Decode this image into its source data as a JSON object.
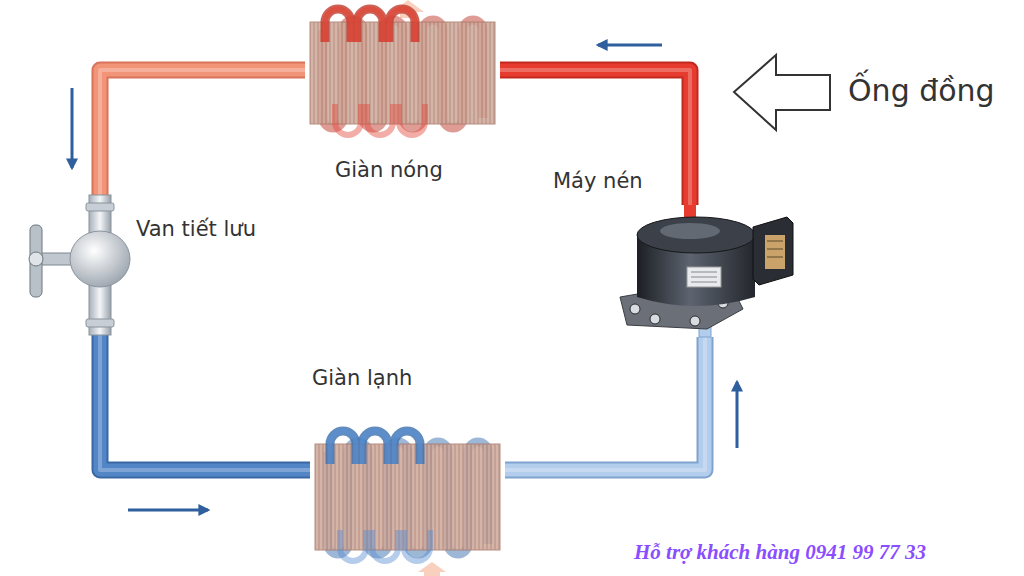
{
  "diagram": {
    "nodes": [
      {
        "text": [
          "Giàn nóng"
        ]
      },
      {
        "text": [
          "Máy nén"
        ]
      },
      {
        "text": [
          "Van tiết lưu"
        ]
      },
      {
        "text": [
          "Giàn lạnh"
        ]
      }
    ],
    "edges": [
      {
        "from": 1,
        "to": 0,
        "arrow": "to"
      },
      {
        "from": 0,
        "to": 2,
        "arrow": "to"
      },
      {
        "from": 2,
        "to": 3,
        "arrow": "to"
      },
      {
        "from": 3,
        "to": 1,
        "arrow": "to"
      }
    ],
    "labels": [
      "Ống đồng",
      "Hỗ trợ khách hàng 0941 99 77 33"
    ]
  }
}
